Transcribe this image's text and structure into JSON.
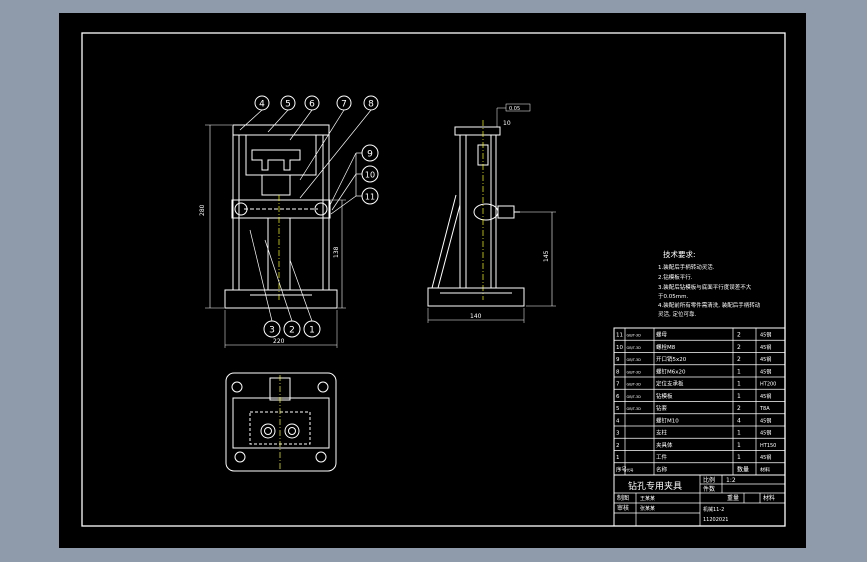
{
  "balloons": {
    "top": [
      "4",
      "5",
      "6",
      "7",
      "8"
    ],
    "right": [
      "9",
      "10",
      "11"
    ],
    "bottom": [
      "3",
      "2",
      "1"
    ]
  },
  "dimensions": {
    "front_height": "280",
    "front_inner_height": "138",
    "front_width": "220",
    "side_top_note": "0.05",
    "side_top_small": "10",
    "side_height": "145",
    "side_width": "140"
  },
  "tech_requirements": {
    "title": "技术要求:",
    "lines": [
      "1.装配后手柄转动灵活.",
      "2.钻模板平行.",
      "3.装配后钻模板与底面平行度误差不大",
      "  于0.05mm.",
      "4.装配前所有零件需清洗, 装配后手柄转动",
      "  灵活, 定位可靠."
    ]
  },
  "bom": {
    "rows": [
      {
        "no": "11",
        "code": "GB/T-3D",
        "name": "螺母",
        "qty": "2",
        "material": "45钢"
      },
      {
        "no": "10",
        "code": "GB/T-3D",
        "name": "螺栓M8",
        "qty": "2",
        "material": "45钢"
      },
      {
        "no": "9",
        "code": "GB/T-3D",
        "name": "开口销5x20",
        "qty": "2",
        "material": "45钢"
      },
      {
        "no": "8",
        "code": "GB/T-3D",
        "name": "螺钉M6x20",
        "qty": "1",
        "material": "45钢"
      },
      {
        "no": "7",
        "code": "GB/T-3D",
        "name": "定位支承板",
        "qty": "1",
        "material": "HT200"
      },
      {
        "no": "6",
        "code": "GB/T-3D",
        "name": "钻模板",
        "qty": "1",
        "material": "45钢"
      },
      {
        "no": "5",
        "code": "GB/T-3D",
        "name": "钻套",
        "qty": "2",
        "material": "T8A"
      },
      {
        "no": "4",
        "code": "",
        "name": "螺钉M10",
        "qty": "4",
        "material": "45钢"
      },
      {
        "no": "3",
        "code": "",
        "name": "支柱",
        "qty": "1",
        "material": "45钢"
      },
      {
        "no": "2",
        "code": "",
        "name": "夹具体",
        "qty": "1",
        "material": "HT150"
      },
      {
        "no": "1",
        "code": "",
        "name": "工件",
        "qty": "1",
        "material": "45钢"
      }
    ],
    "header": {
      "no": "序号",
      "code": "代号",
      "name": "名称",
      "qty": "数量",
      "material": "材料"
    }
  },
  "title_block": {
    "title": "钻孔专用夹具",
    "scale_label": "比例",
    "scale_value": "1:2",
    "pieces_label": "件数",
    "drawn_label": "制图",
    "drawn_name": "王某某",
    "checked_label": "审核",
    "checked_name": "张某某",
    "weight_label": "重量",
    "material_label": "材料",
    "class_line": "机械11-2",
    "number_line": "11202021"
  },
  "colors": {
    "background": "#8f9aab",
    "sheet": "#000000",
    "line": "#ffffff",
    "accent": "#ffff00"
  }
}
